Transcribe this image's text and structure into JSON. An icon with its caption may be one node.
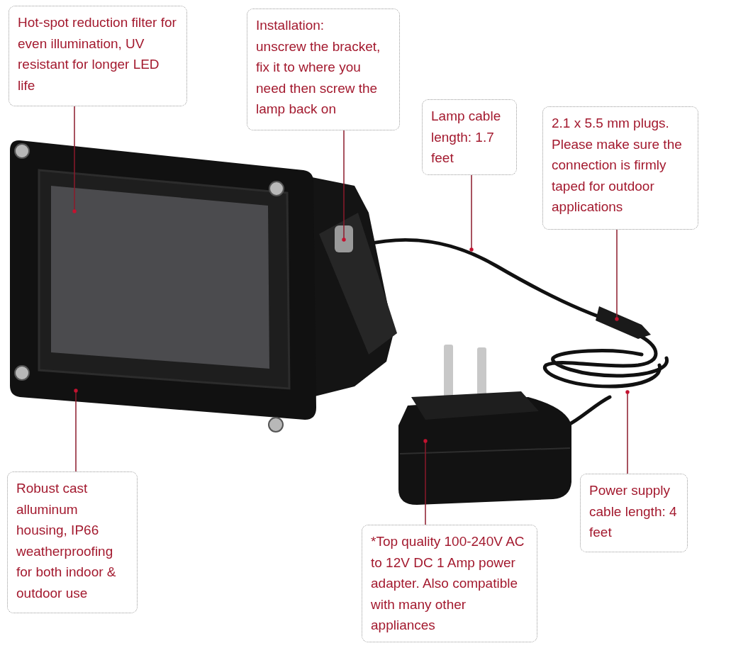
{
  "diagram": {
    "nodes": [
      {
        "text": [
          "Hot-spot reduction filter for even illumination, UV resistant for longer LED life"
        ]
      },
      {
        "text": [
          "Installation:",
          "unscrew the bracket, fix it to where you need then screw the lamp back on"
        ]
      },
      {
        "text": [
          "Lamp cable length: 1.7 feet"
        ]
      },
      {
        "text": [
          "2.1 x 5.5 mm plugs. Please make sure the connection is firmly taped for outdoor applications"
        ]
      },
      {
        "text": [
          "Robust cast alluminum housing, IP66 weatherproofing for both indoor & outdoor use"
        ]
      },
      {
        "text": [
          "*Top quality 100-240V AC to 12V DC 1 Amp power adapter. Also compatible with many other appliances"
        ]
      },
      {
        "text": [
          "Power supply cable length: 4 feet"
        ]
      }
    ],
    "edges": [
      {
        "from": 0,
        "to": null,
        "arrow": "other"
      },
      {
        "from": 1,
        "to": null,
        "arrow": "other"
      },
      {
        "from": 2,
        "to": null,
        "arrow": "other"
      },
      {
        "from": 3,
        "to": null,
        "arrow": "other"
      },
      {
        "from": 4,
        "to": null,
        "arrow": "other"
      },
      {
        "from": 5,
        "to": null,
        "arrow": "other"
      },
      {
        "from": 6,
        "to": null,
        "arrow": "other"
      }
    ]
  }
}
